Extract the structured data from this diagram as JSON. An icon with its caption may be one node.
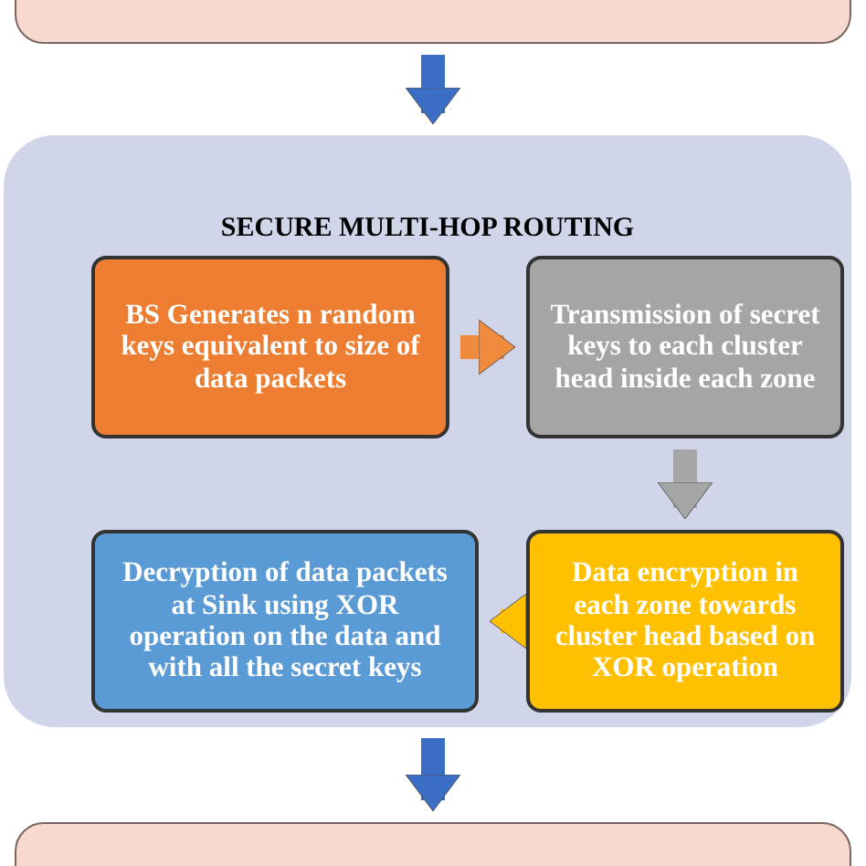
{
  "diagram": {
    "nodes": [
      {
        "text": [],
        "shape": "box"
      },
      {
        "text": [
          "SECURE MULTI-HOP ROUTING"
        ]
      },
      {
        "text": [
          "BS Generates n random keys equivalent to size of data packets"
        ],
        "in": 1
      },
      {
        "text": [
          "Transmission of secret keys to each cluster head inside each zone"
        ],
        "in": 1
      },
      {
        "text": [
          "Data encryption in each zone towards cluster head based on XOR operation"
        ],
        "in": 1
      },
      {
        "text": [
          "Decryption of data packets at Sink using XOR operation on the data and with all the secret keys"
        ],
        "in": 1
      },
      {
        "text": [],
        "shape": "box"
      }
    ],
    "edges": [
      {
        "from": 0,
        "to": 1,
        "arrow": "to",
        "color": "#3a6ec4"
      },
      {
        "from": 2,
        "to": 3,
        "arrow": "to",
        "color": "#f08a3c"
      },
      {
        "from": 3,
        "to": 4,
        "arrow": "to",
        "color": "#a6a6a6"
      },
      {
        "from": 4,
        "to": 5,
        "arrow": "to",
        "color": "#ffc000"
      },
      {
        "from": 1,
        "to": 6,
        "arrow": "to",
        "color": "#3a6ec4"
      }
    ]
  }
}
